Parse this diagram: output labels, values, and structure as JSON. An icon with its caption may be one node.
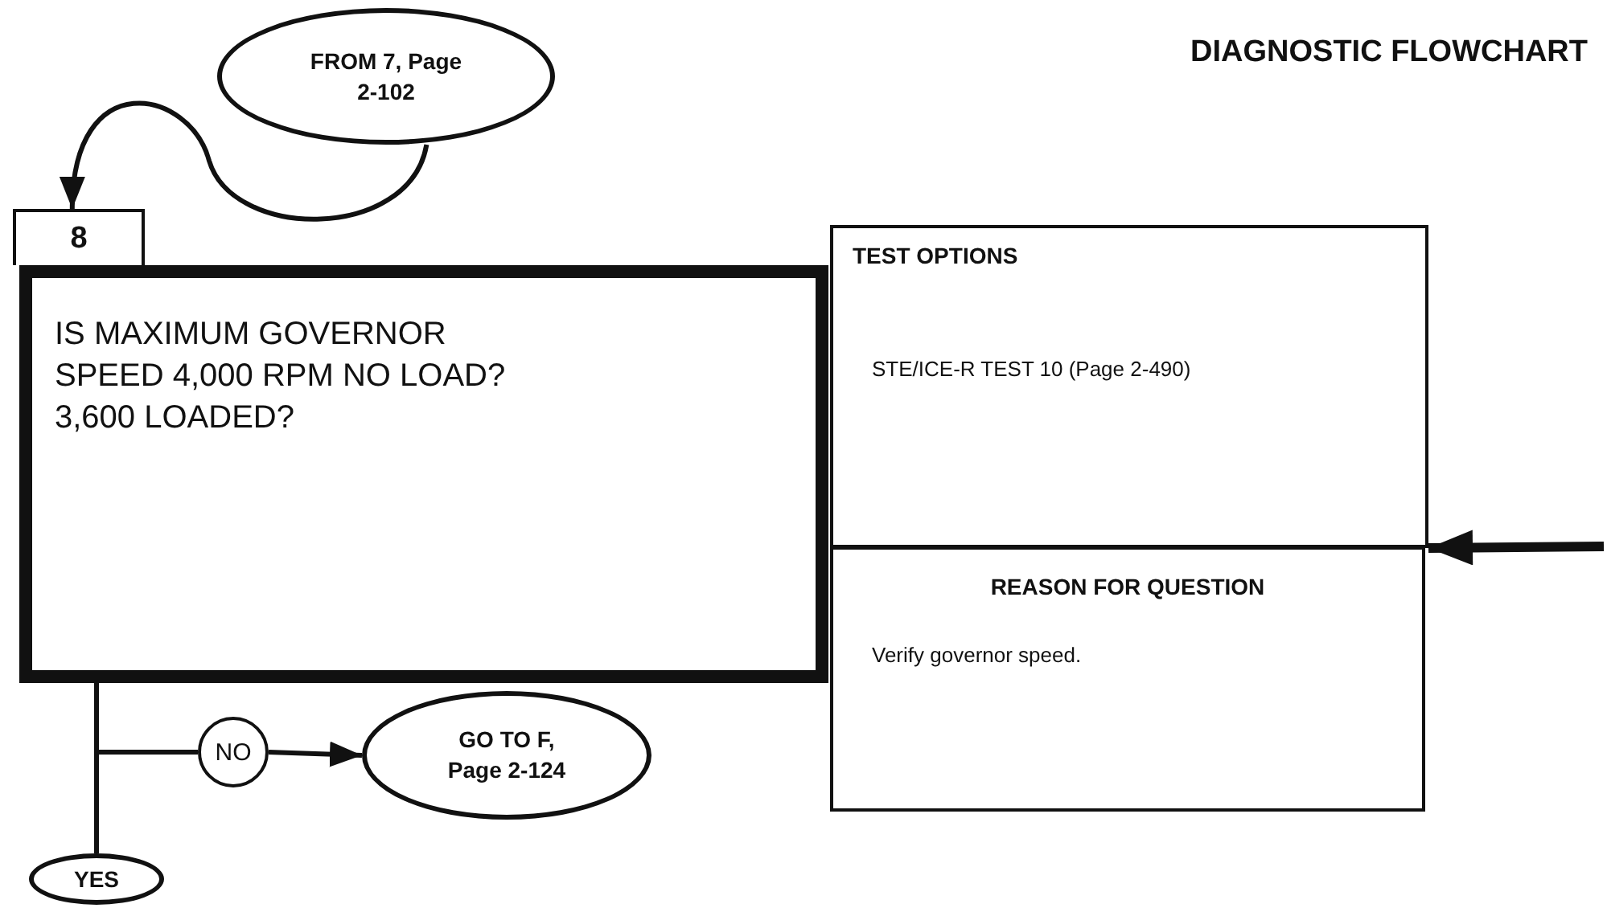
{
  "diagram": {
    "title": "DIAGNOSTIC FLOWCHART",
    "nodes": [
      {
        "text": [
          "FROM 7, Page 2-102"
        ]
      },
      {
        "text": [
          "8"
        ]
      },
      {
        "text": [
          "IS MAXIMUM GOVERNOR SPEED 4,000 RPM NO LOAD? 3,600 LOADED?"
        ]
      },
      {
        "text": [
          "TEST OPTIONS",
          "STE/ICE-R TEST 10 (Page 2-490)"
        ]
      },
      {
        "text": [
          "REASON FOR QUESTION",
          "Verify governor speed."
        ]
      },
      {
        "text": [
          "NO"
        ]
      },
      {
        "text": [
          "GO TO F, Page 2-124"
        ]
      },
      {
        "text": [
          "YES"
        ]
      }
    ],
    "edges": [
      {
        "from": 0,
        "to": 1,
        "arrow": "to"
      },
      {
        "from": 2,
        "to": 5,
        "arrow": "none"
      },
      {
        "from": 5,
        "to": 6,
        "arrow": "to"
      },
      {
        "from": 2,
        "to": 7,
        "arrow": "none"
      },
      {
        "from": null,
        "to": 3,
        "arrow": "to",
        "style": "thick"
      }
    ]
  }
}
